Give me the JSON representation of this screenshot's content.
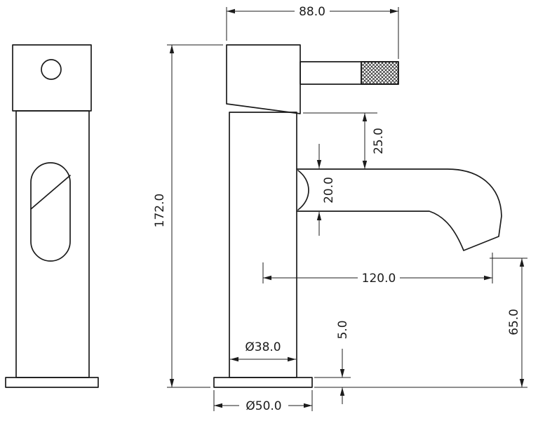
{
  "colors": {
    "line": "#1c1c1c",
    "background": "#ffffff"
  },
  "drawing": {
    "subject": "basin-mixer-tap-technical-drawing",
    "views": [
      "front",
      "side"
    ]
  },
  "dimensions": {
    "top_width": {
      "label": "88.0"
    },
    "total_height": {
      "label": "172.0"
    },
    "handle_clearance": {
      "label": "25.0"
    },
    "spout_tube": {
      "label": "20.0"
    },
    "spout_reach": {
      "label": "120.0"
    },
    "outlet_height": {
      "label": "65.0"
    },
    "base_plate": {
      "label": "5.0"
    },
    "body_diameter": {
      "label": "Ø38.0"
    },
    "base_diameter": {
      "label": "Ø50.0"
    }
  }
}
